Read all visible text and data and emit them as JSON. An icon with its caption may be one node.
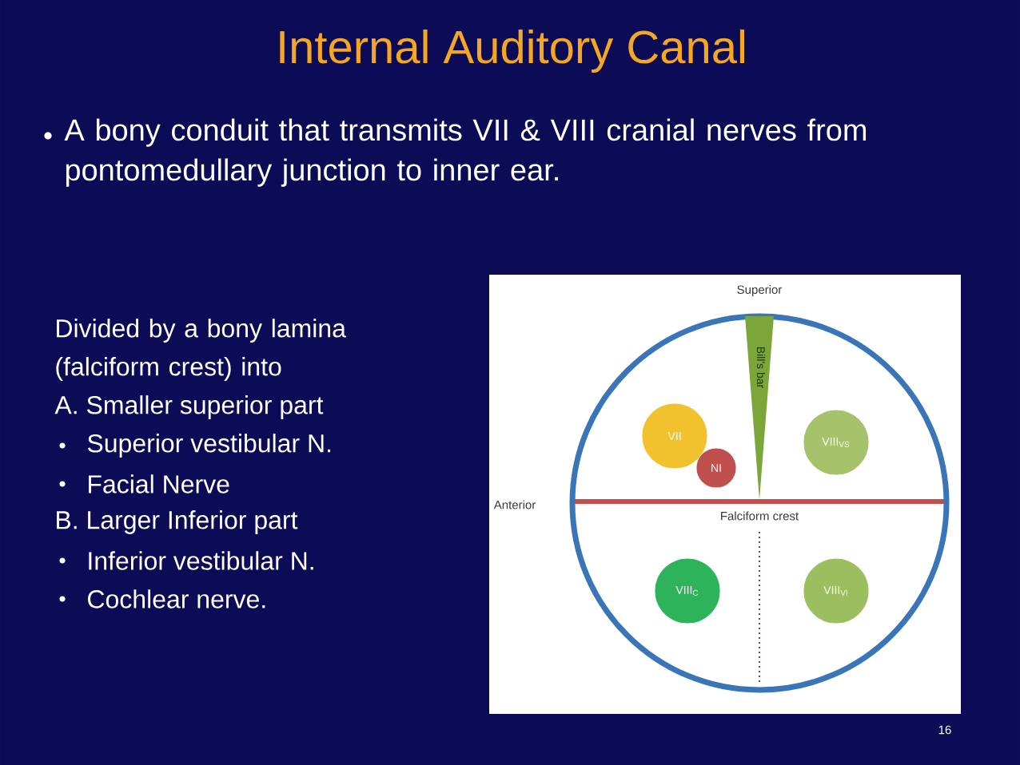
{
  "diagram": {
    "title": "Internal Auditory Canal",
    "nodes": [
      {
        "text": [],
        "shape": "circle"
      },
      {
        "text": [
          "Bill's bar"
        ],
        "in": 0
      },
      {
        "text": [
          "VII"
        ],
        "in": 0
      },
      {
        "text": [
          "NI"
        ],
        "in": 0
      },
      {
        "text": [
          "VIII$_{VS}$"
        ],
        "in": 0
      },
      {
        "text": [
          "VIII$_{C}$"
        ],
        "in": 0
      },
      {
        "text": [
          "VIII$_{VI}$"
        ],
        "in": 0
      }
    ],
    "labels": [
      "A bony conduit that transmits VII & VIII cranial nerves from pontomedullary junction to inner ear.",
      "Divided by a bony lamina (falciform crest) into",
      "A. Smaller superior part",
      "Superior vestibular N.",
      "Facial Nerve",
      "B. Larger Inferior part",
      "Inferior vestibular N.",
      "Cochlear nerve.",
      "Superior",
      "Anterior",
      "Falciform crest",
      "16"
    ]
  }
}
